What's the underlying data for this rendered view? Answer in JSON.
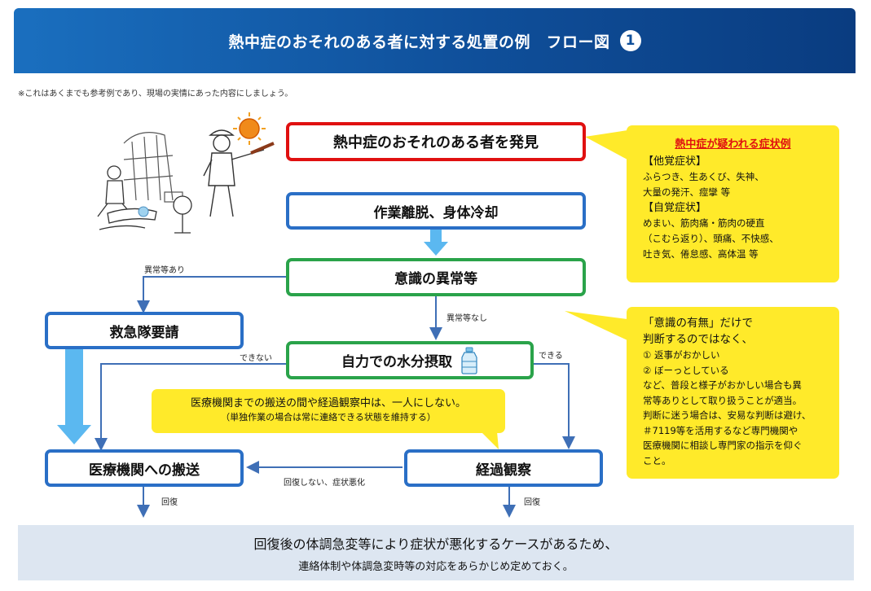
{
  "header": {
    "title": "熱中症のおそれのある者に対する処置の例　フロー図",
    "badge": "1"
  },
  "note": "※これはあくまでも参考例であり、現場の実情にあった内容にしましょう。",
  "flow": {
    "discover": "熱中症のおそれのある者を発見",
    "cooling": "作業離脱、身体冷却",
    "consciousness": "意識の異常等",
    "ambulance": "救急隊要請",
    "hydration": "自力での水分摂取",
    "transport": "医療機関への搬送",
    "observation": "経過観察"
  },
  "labels": {
    "abnormal_yes": "異常等あり",
    "abnormal_no": "異常等なし",
    "cannot": "できない",
    "can": "できる",
    "no_recovery": "回復しない、症状悪化",
    "recovery_left": "回復",
    "recovery_right": "回復"
  },
  "callout_center": {
    "line1": "医療機関までの搬送の間や経過観察中は、一人にしない。",
    "line2": "（単独作業の場合は常に連絡できる状態を維持する）"
  },
  "symptoms": {
    "title": "熱中症が疑われる症状例",
    "objective_head": "【他覚症状】",
    "objective": [
      "ふらつき、生あくび、失神、",
      "大量の発汗、痙攣 等"
    ],
    "subjective_head": "【自覚症状】",
    "subjective": [
      "めまい、筋肉痛・筋肉の硬直",
      "（こむら返り）、頭痛、不快感、",
      "吐き気、倦怠感、高体温 等"
    ]
  },
  "judgement": {
    "head": [
      "「意識の有無」だけで",
      "判断するのではなく、"
    ],
    "items": [
      "① 返事がおかしい",
      "② ぼーっとしている"
    ],
    "body": [
      "など、普段と様子がおかしい場合も異",
      "常等ありとして取り扱うことが適当。",
      "判断に迷う場合は、安易な判断は避け、",
      "＃7119等を活用するなど専門機関や",
      "医療機関に相談し専門家の指示を仰ぐ",
      "こと。"
    ]
  },
  "footer": {
    "line1": "回復後の体調急変等により症状が悪化するケースがあるため、",
    "line2": "連絡体制や体調急変時等の対応をあらかじめ定めておく。"
  },
  "colors": {
    "header": "#0f4f9a",
    "red_border": "#e01010",
    "blue_border": "#2a6fc6",
    "green_border": "#2aa34a",
    "callout": "#ffea2a",
    "big_arrow": "#5bb8f0",
    "footer_bg": "#dde6f1"
  }
}
